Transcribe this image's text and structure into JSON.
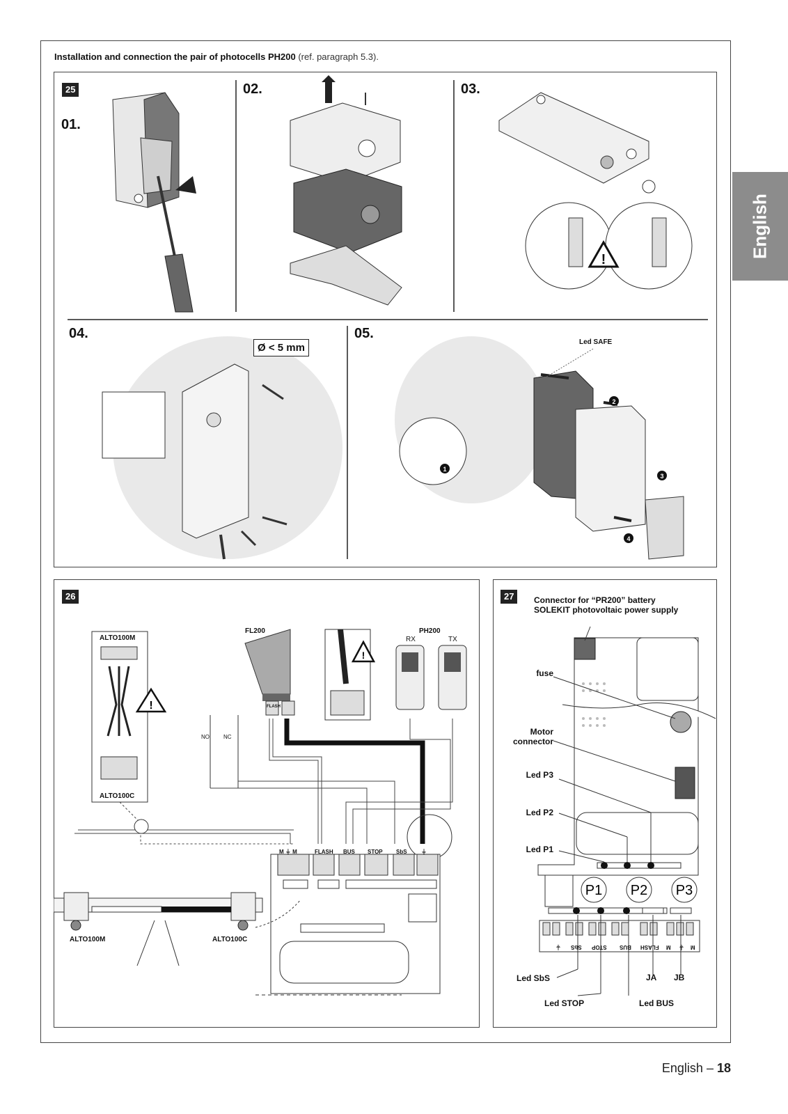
{
  "heading": {
    "bold": "Installation and connection the pair of photocells PH200",
    "ref": "(ref. paragraph 5.3)."
  },
  "side_tab": "English",
  "fig25": {
    "number": "25",
    "steps": [
      "01.",
      "02.",
      "03.",
      "04.",
      "05."
    ],
    "drill_label": "Ø < 5 mm",
    "led_safe": "Led SAFE",
    "callouts": [
      "1",
      "2",
      "3",
      "4"
    ]
  },
  "fig26": {
    "number": "26",
    "alto100m_box": "ALTO100M",
    "alto100c_box": "ALTO100C",
    "fl200": "FL200",
    "ph200": "PH200",
    "rx": "RX",
    "tx": "TX",
    "no": "NO",
    "nc": "NC",
    "flash_small": "FLASH",
    "terminals": [
      "M ⏚ M",
      "FLASH",
      "BUS",
      "STOP",
      "SbS",
      "⏚"
    ],
    "alto100m_bottom": "ALTO100M",
    "alto100c_bottom": "ALTO100C"
  },
  "fig27": {
    "number": "27",
    "connector_title": "Connector for “PR200” battery SOLEKIT photovoltaic power supply",
    "fuse": "fuse",
    "motor_connector": "Motor connector",
    "led_p3": "Led P3",
    "led_p2": "Led P2",
    "led_p1": "Led P1",
    "buttons": [
      "P1",
      "P2",
      "P3"
    ],
    "board_terminals": [
      "⏚",
      "SbS",
      "STOP",
      "BUS",
      "FLASH",
      "M",
      "⏚",
      "M"
    ],
    "led_sbs": "Led SbS",
    "led_stop": "Led STOP",
    "led_bus": "Led BUS",
    "ja": "JA",
    "jb": "JB"
  },
  "footer": {
    "text": "English – ",
    "page": "18"
  }
}
